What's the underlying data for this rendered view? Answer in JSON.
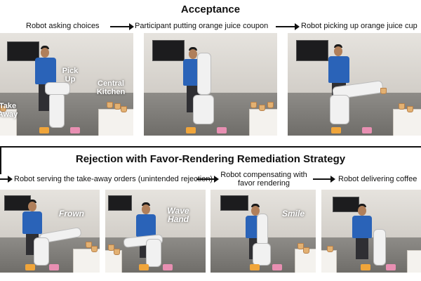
{
  "acceptance": {
    "title": "Acceptance",
    "steps": [
      "Robot asking choices",
      "Participant putting orange juice coupon",
      "Robot picking up orange juice cup"
    ],
    "overlays": [
      "Take\nAway",
      "Pick\nUp",
      "Central\nKitchen"
    ]
  },
  "rejection": {
    "title": "Rejection with Favor-Rendering Remediation Strategy",
    "steps": [
      "Robot serving the take-away orders (unintended rejection)",
      "Robot compensating with\nfavor rendering",
      "Robot delivering coffee"
    ],
    "overlays": [
      "Frown",
      "Wave\nHand",
      "Smile"
    ]
  },
  "colors": {
    "shirt": "#2a63b8",
    "cup": "#e3b172",
    "coupon_orange": "#f0a53a",
    "coupon_pink": "#e88fb2",
    "robot": "#f1f1f1"
  }
}
